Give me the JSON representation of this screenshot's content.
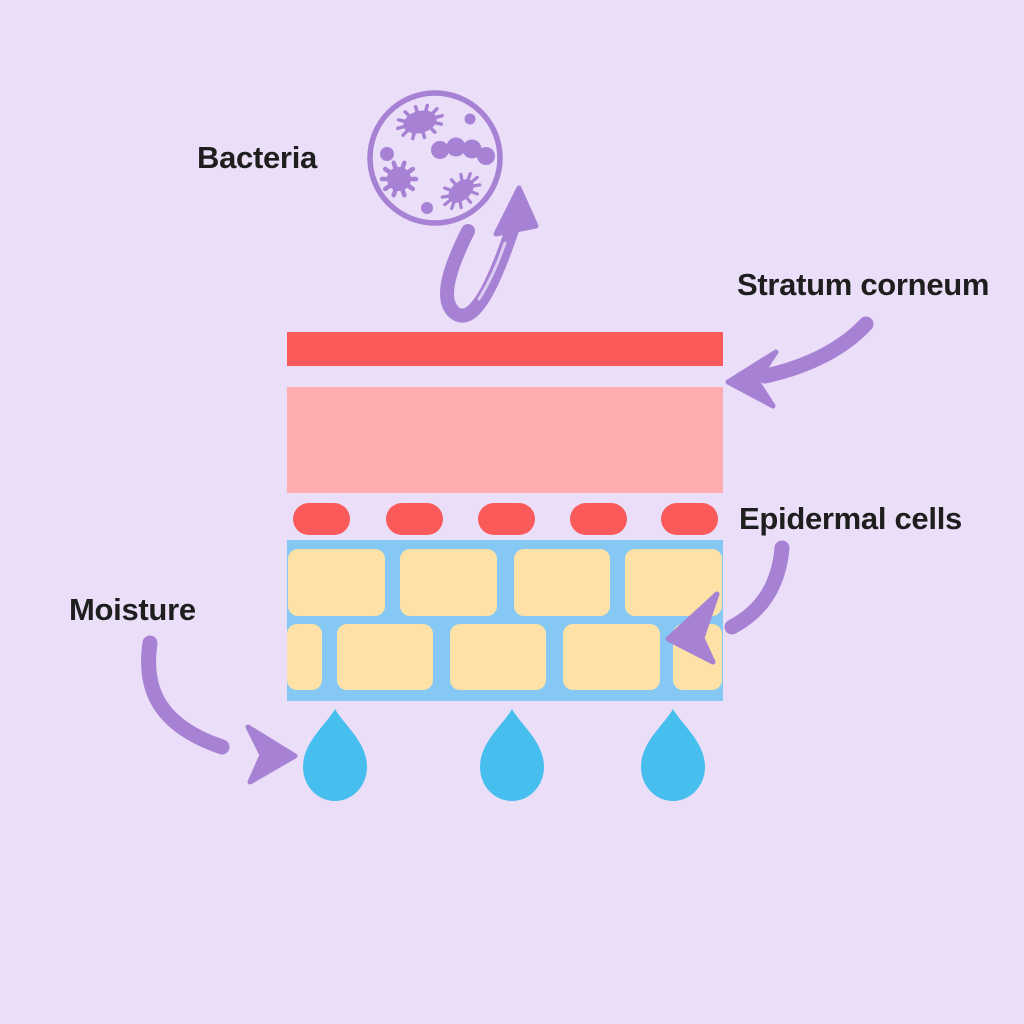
{
  "title": "Skin barrier diagram",
  "labels": {
    "bacteria": "Bacteria",
    "stratum_corneum": "Stratum corneum",
    "epidermal_cells": "Epidermal cells",
    "moisture": "Moisture"
  },
  "colors": {
    "background": "#EADEF8",
    "purple": "#A781D4",
    "red": "#FB5A5A",
    "pink": "#FFACB0",
    "cell_matrix_blue": "#85C8F4",
    "cell_yellow": "#FDE1A6",
    "droplet_blue": "#46BFEF",
    "text": "#1E1E1E"
  },
  "illustration": {
    "icons": [
      "bacteria-culture-icon",
      "water-drop-icon",
      "curved-brush-arrow-icon"
    ],
    "corneocyte_pill_count": 5,
    "epidermal_brick_rows": [
      4,
      5
    ],
    "droplet_count": 3,
    "arrows": [
      {
        "from": "bacteria-circle",
        "direction": "up-right",
        "meaning": "bacteria repelled from skin surface"
      },
      {
        "from": "stratum-corneum-label",
        "direction": "down-left",
        "points_to": "stratum corneum layer"
      },
      {
        "from": "epidermal-cells-label",
        "direction": "down-left",
        "points_to": "epidermal cell matrix"
      },
      {
        "from": "moisture-label",
        "direction": "down-right",
        "points_to": "moisture droplets"
      }
    ]
  }
}
